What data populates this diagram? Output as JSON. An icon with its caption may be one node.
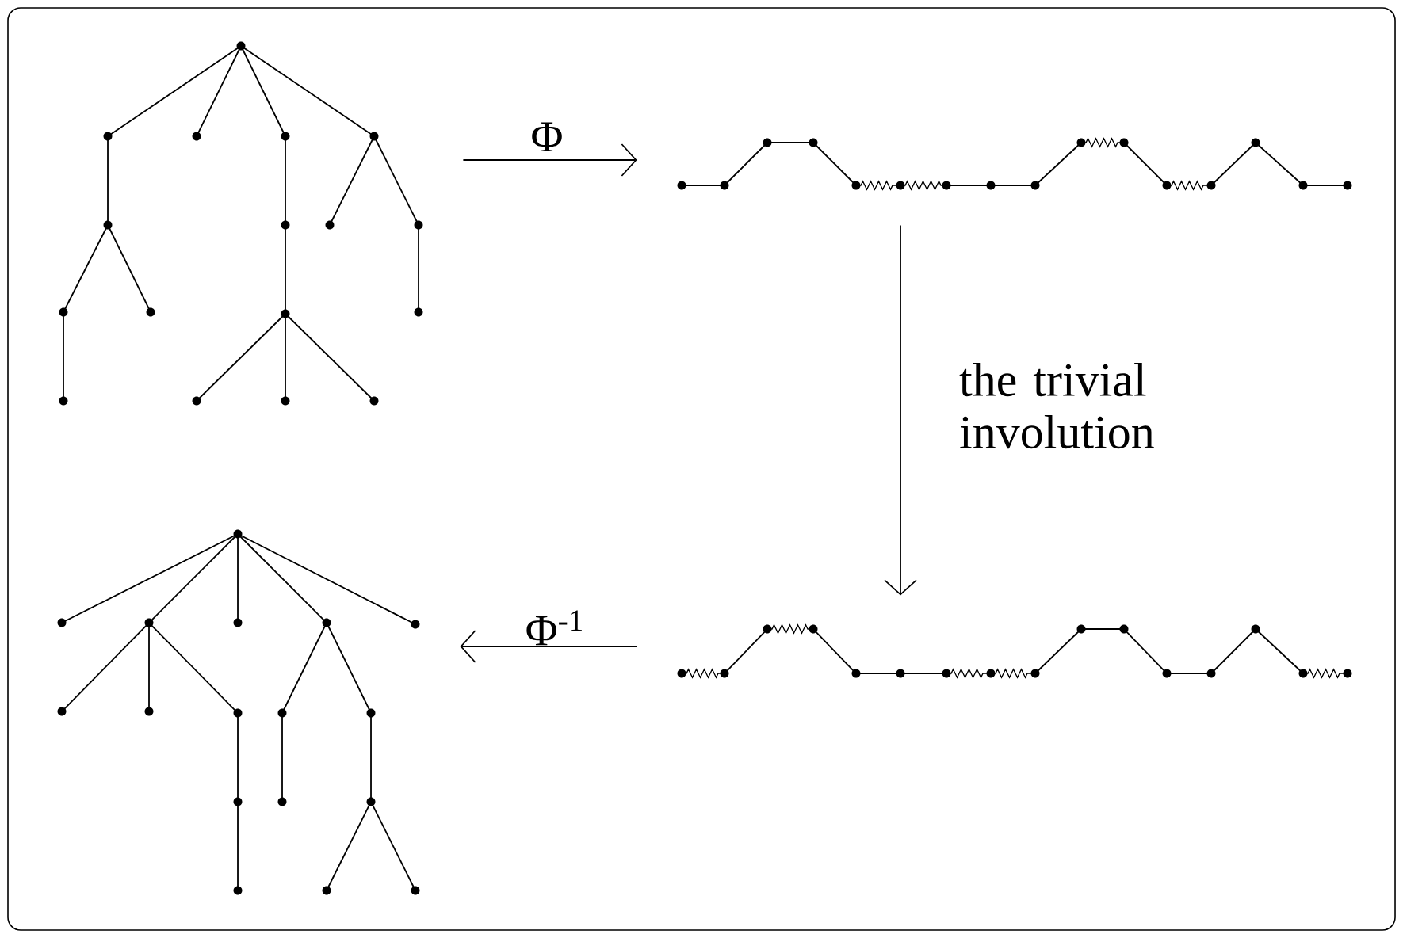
{
  "diagram": {
    "nodes": [
      {
        "text": [],
        "shape": "picture"
      },
      {
        "text": [],
        "shape": "picture"
      },
      {
        "text": [],
        "shape": "picture"
      },
      {
        "text": [],
        "shape": "picture"
      }
    ],
    "edges": [
      {
        "from": 0,
        "to": 1,
        "arrow": "to",
        "label": "Φ"
      },
      {
        "from": 1,
        "to": 2,
        "arrow": "to",
        "label": "the trivial involution"
      },
      {
        "from": 2,
        "to": 3,
        "arrow": "to",
        "label": "Φ$^{-1}$"
      }
    ]
  }
}
